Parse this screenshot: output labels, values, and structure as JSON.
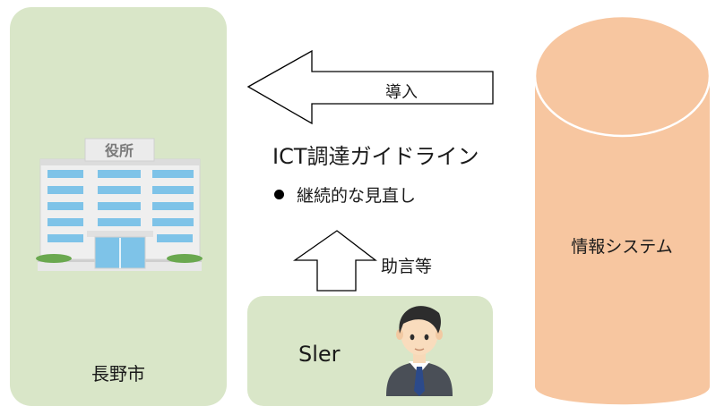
{
  "left_panel": {
    "label": "長野市",
    "sign_text": "役所"
  },
  "top_arrow": {
    "label": "導入"
  },
  "guideline": {
    "title": "ICT調達ガイドライン",
    "bullet": "継続的な見直し"
  },
  "up_arrow": {
    "label": "助言等"
  },
  "vendor": {
    "label": "Sler"
  },
  "system": {
    "label": "情報システム"
  },
  "colors": {
    "panel_green": "#d9e6c8",
    "cylinder_fill": "#f7c6a0",
    "cylinder_stroke": "#ffffff",
    "arrow_stroke": "#000000",
    "building_blue": "#7ec3e8",
    "suit": "#4a4f57",
    "tie": "#2c4a8a"
  }
}
